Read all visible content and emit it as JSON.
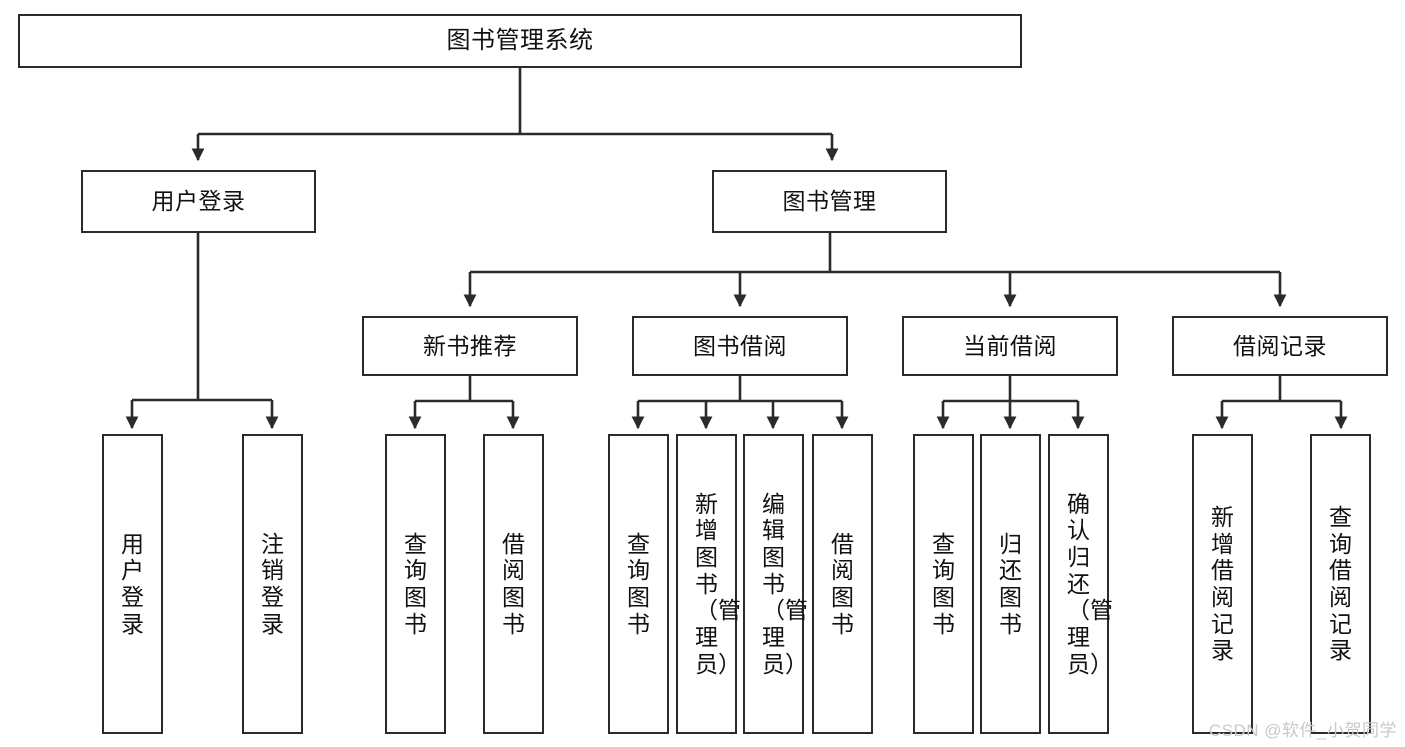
{
  "diagram": {
    "title": "图书管理系统",
    "watermark": "CSDN @软件_小贺同学",
    "colors": {
      "background": "#ffffff",
      "box_border": "#2b2b2b",
      "connector": "#2b2b2b",
      "text": "#111111",
      "watermark": "#c9c9c9"
    },
    "nodes": {
      "root": {
        "label": "图书管理系统"
      },
      "level2": [
        {
          "label": "用户登录"
        },
        {
          "label": "图书管理"
        }
      ],
      "level3": [
        {
          "label": "新书推荐"
        },
        {
          "label": "图书借阅"
        },
        {
          "label": "当前借阅"
        },
        {
          "label": "借阅记录"
        }
      ],
      "leaves": {
        "user_login": [
          {
            "label": "用户登录"
          },
          {
            "label": "注销登录"
          }
        ],
        "new_book": [
          {
            "label": "查询图书"
          },
          {
            "label": "借阅图书"
          }
        ],
        "book_borrow": [
          {
            "label": "查询图书"
          },
          {
            "label": "新增图书（管理员）"
          },
          {
            "label": "编辑图书（管理员）"
          },
          {
            "label": "借阅图书"
          }
        ],
        "current_borrow": [
          {
            "label": "查询图书"
          },
          {
            "label": "归还图书"
          },
          {
            "label": "确认归还（管理员）"
          }
        ],
        "borrow_record": [
          {
            "label": "新增借阅记录"
          },
          {
            "label": "查询借阅记录"
          }
        ]
      }
    }
  }
}
